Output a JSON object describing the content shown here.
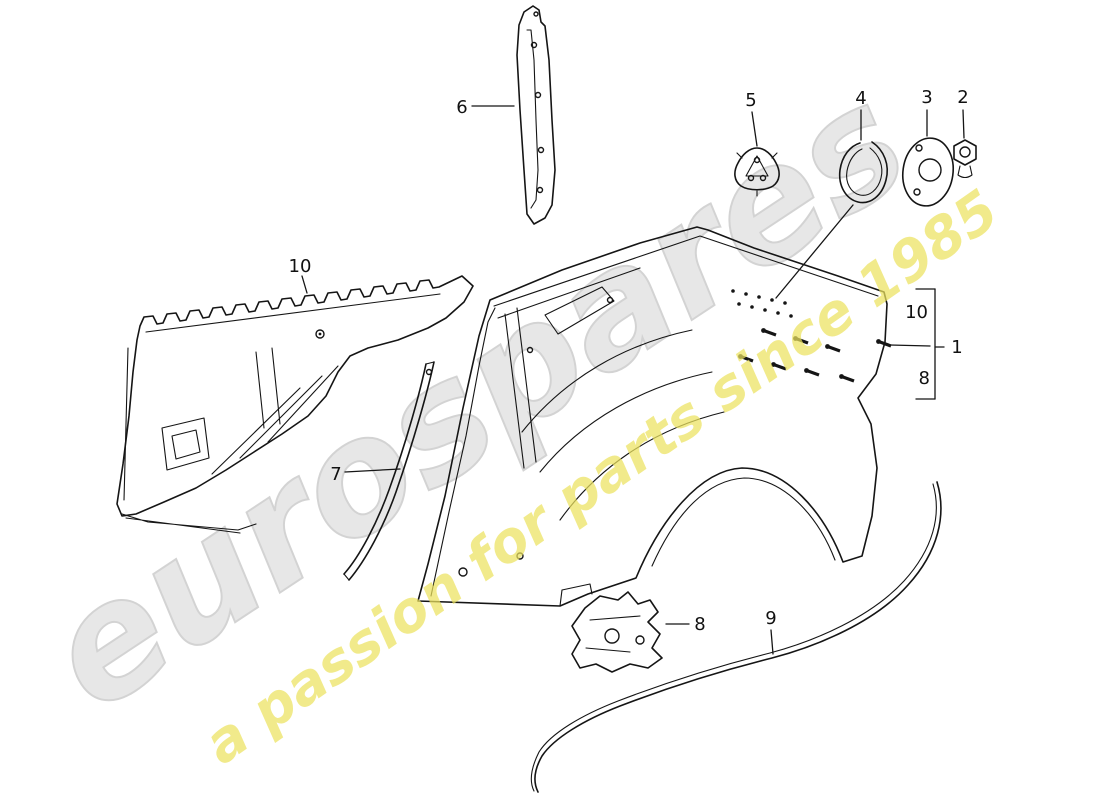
{
  "diagram": {
    "background": "#ffffff",
    "stroke_color": "#151515",
    "labels": {
      "p1": "1",
      "p2": "2",
      "p3": "3",
      "p4": "4",
      "p5": "5",
      "p6": "6",
      "p7": "7",
      "p8": "8",
      "p9": "9",
      "p10": "10",
      "bracket_top": "10",
      "bracket_bottom": "8"
    }
  },
  "watermark": {
    "brand": "eurospares",
    "tagline": "a passion for parts since 1985",
    "brand_color": "#e2e2e2",
    "brand_stroke": "#c9c9c9",
    "tagline_color": "#ece35f"
  }
}
